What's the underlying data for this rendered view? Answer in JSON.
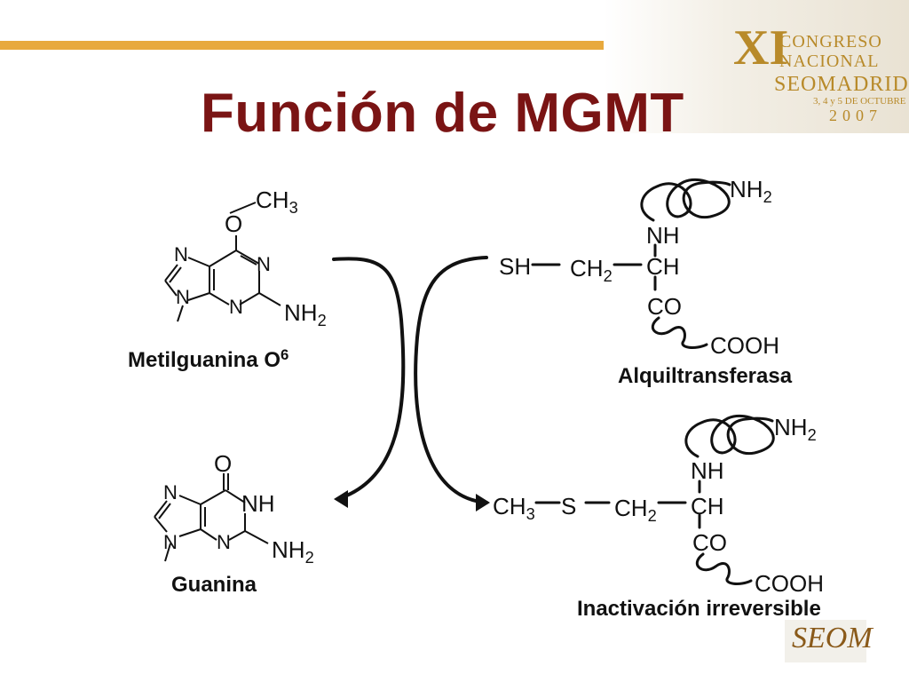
{
  "slide": {
    "title": "Función de MGMT",
    "accent_color": "#7a1414",
    "bar_color": "#e8a93d"
  },
  "congress": {
    "numeral": "XI",
    "line1": "CONGRESO",
    "line2": "NACIONAL",
    "seom": "SEOMADRID",
    "dates": "3, 4 y 5 DE OCTUBRE",
    "year": "2007"
  },
  "methylguanine": {
    "ch3": "CH",
    "ch3_sub": "3",
    "o": "O",
    "n1": "N",
    "n2": "N",
    "n3": "N",
    "n4": "N",
    "nh2": "NH",
    "nh2_sub": "2",
    "label": "Metilguanina O",
    "label_sup": "6"
  },
  "guanine": {
    "o": "O",
    "n1": "N",
    "nh": "NH",
    "n2": "N",
    "n3": "N",
    "nh2": "NH",
    "nh2_sub": "2",
    "label": "Guanina"
  },
  "alkyltransferase": {
    "nh2": "NH",
    "nh2_sub": "2",
    "nh": "NH",
    "sh": "SH",
    "ch2": "CH",
    "ch2_sub": "2",
    "ch": "CH",
    "co": "CO",
    "cooh": "COOH",
    "label": "Alquiltransferasa"
  },
  "inactivated": {
    "nh2": "NH",
    "nh2_sub": "2",
    "nh": "NH",
    "ch3": "CH",
    "ch3_sub": "3",
    "s": "S",
    "ch2": "CH",
    "ch2_sub": "2",
    "ch": "CH",
    "co": "CO",
    "cooh": "COOH",
    "label": "Inactivación irreversible"
  },
  "footer_logo": "SEOM"
}
